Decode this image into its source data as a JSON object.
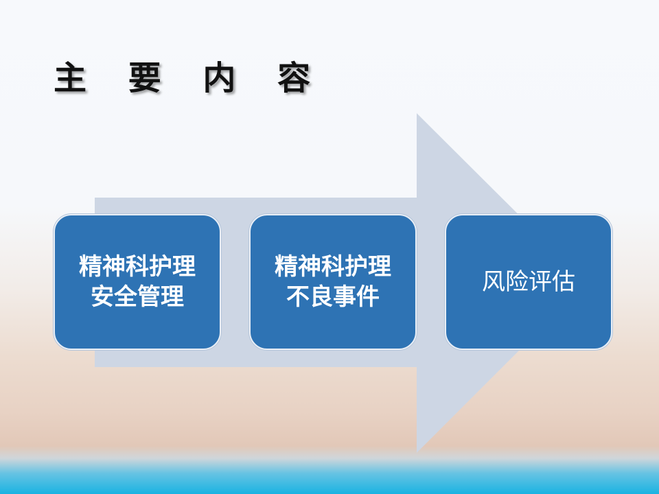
{
  "slide": {
    "title": "主 要 内 容",
    "colors": {
      "arrow": "#cdd6e4",
      "box_fill": "#2e73b4",
      "box_border": "#e8eef6",
      "box_text": "#ffffff",
      "title_text": "#111111",
      "bottom_band": "#1ab3e2"
    },
    "steps": [
      {
        "line1": "精神科护理",
        "line2": "安全管理"
      },
      {
        "line1": "精神科护理",
        "line2": "不良事件"
      },
      {
        "line1": "风险评估"
      }
    ]
  }
}
